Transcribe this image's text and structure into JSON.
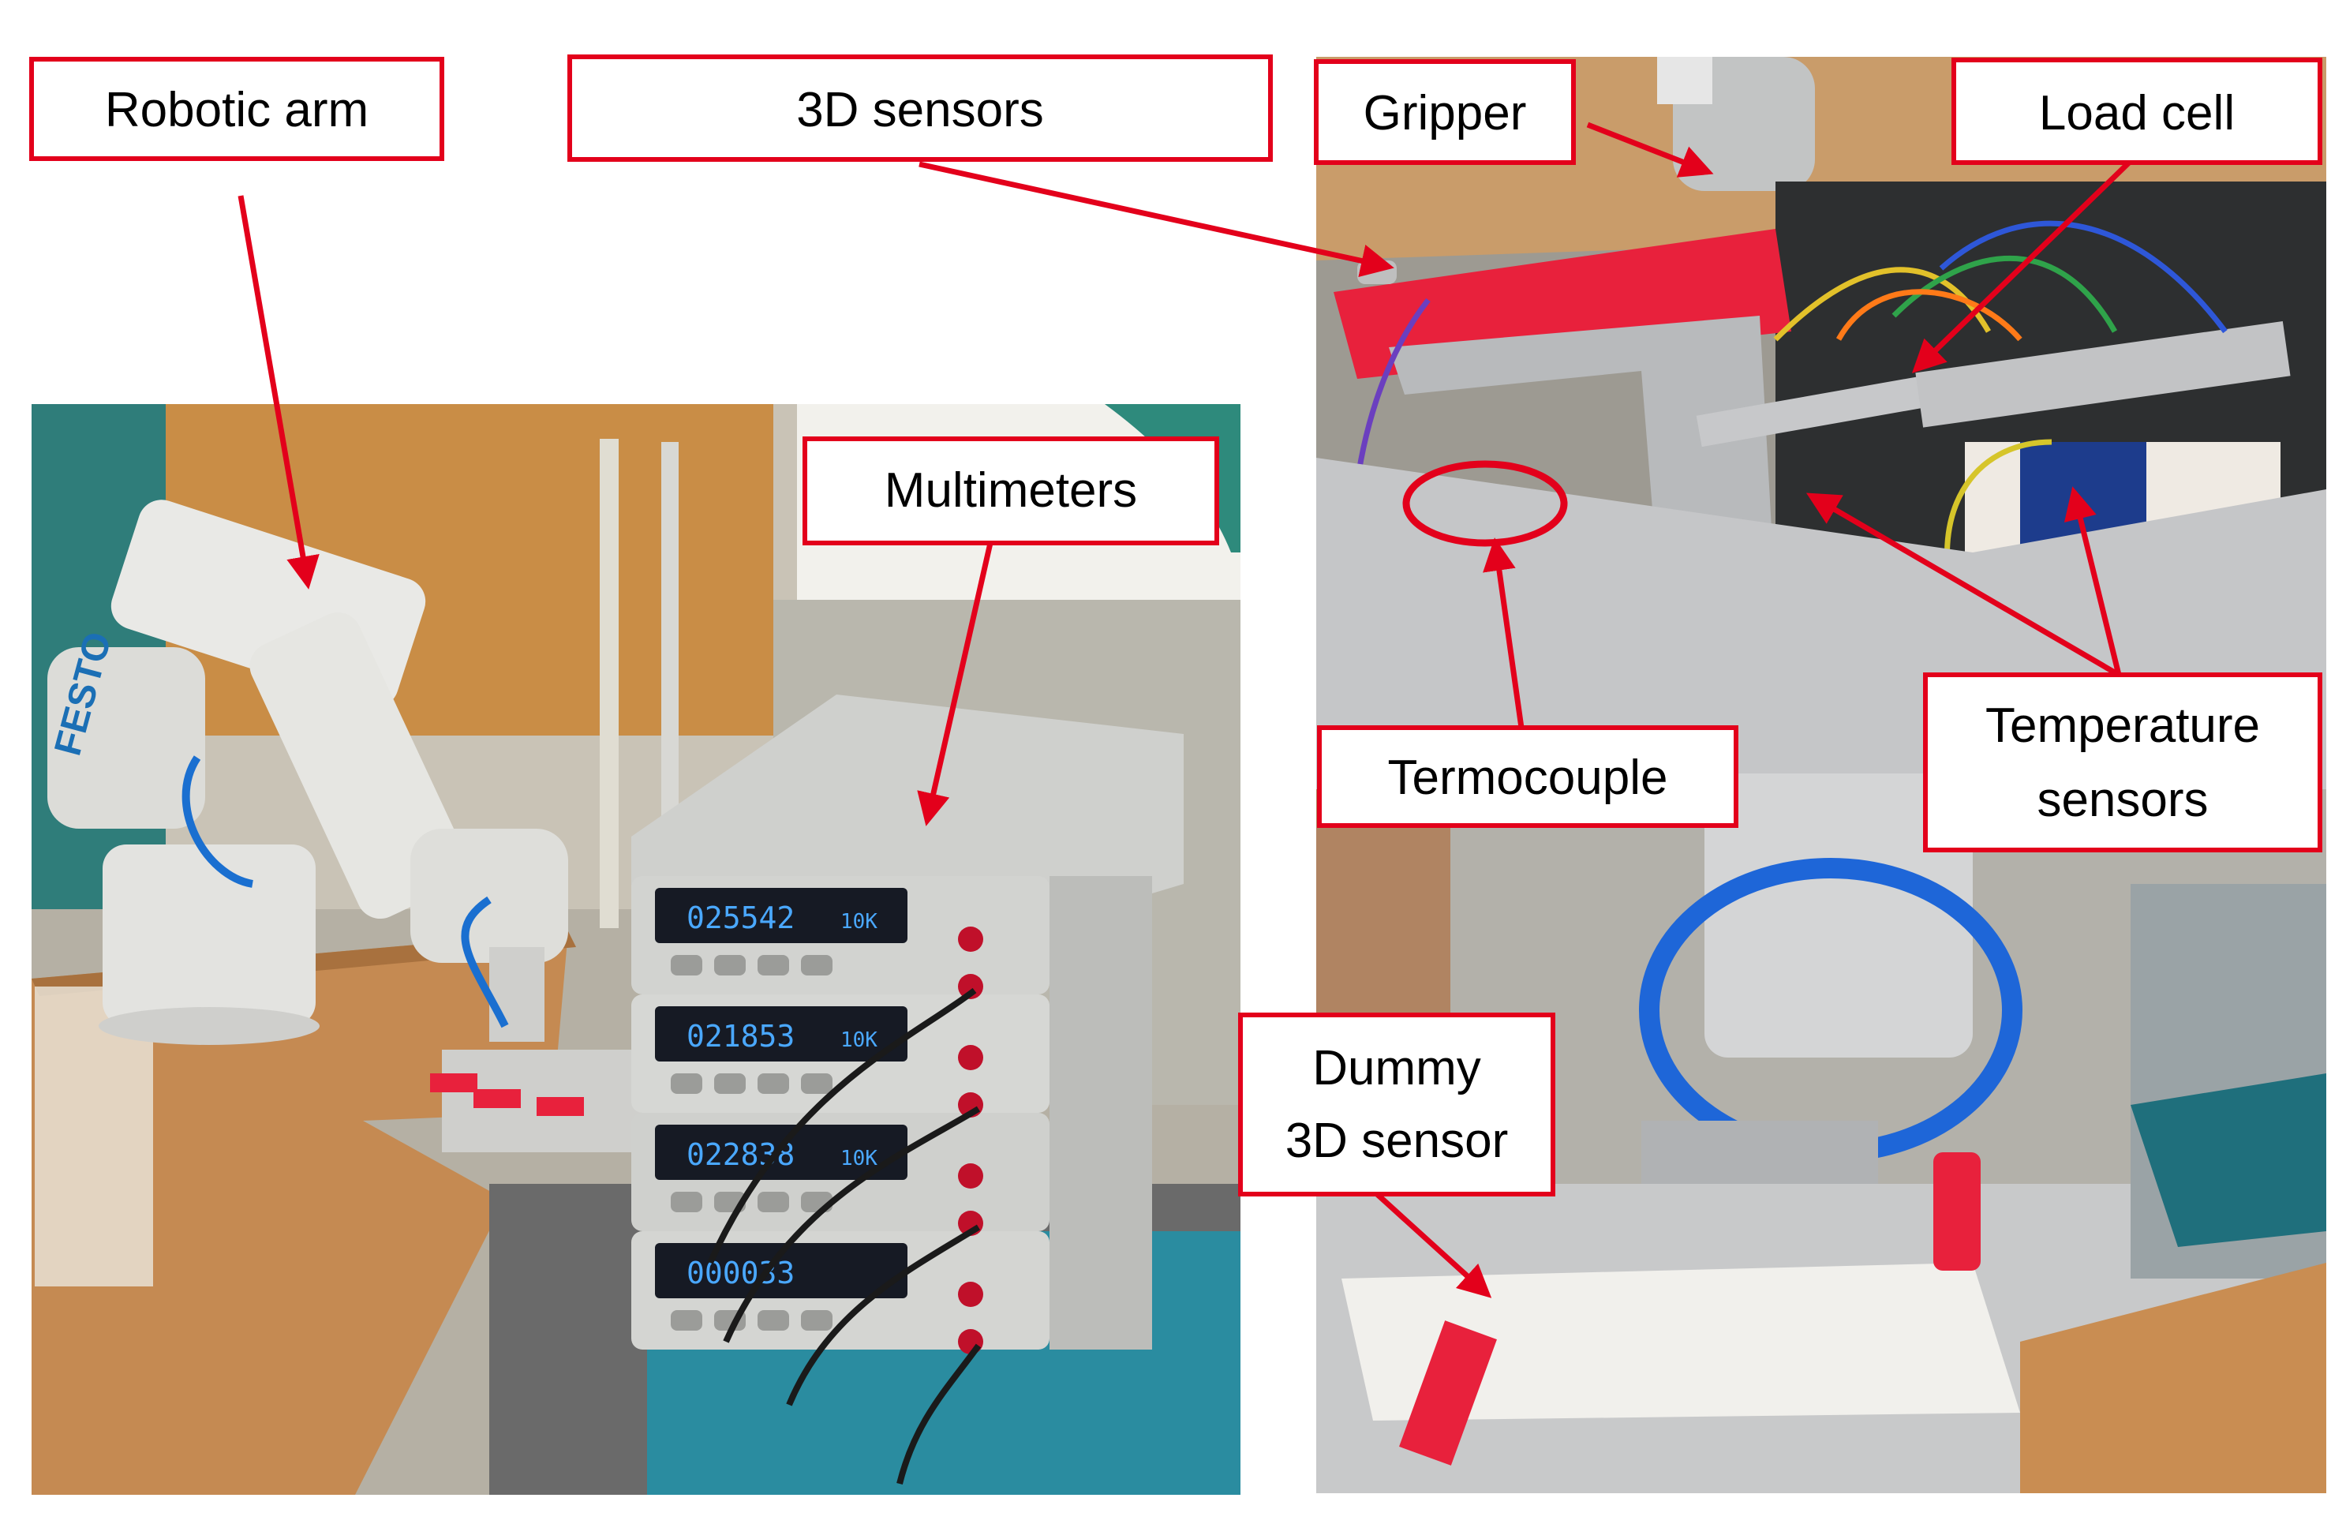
{
  "labels": {
    "robotic_arm": "Robotic arm",
    "sensors_3d": "3D sensors",
    "gripper": "Gripper",
    "load_cell": "Load cell",
    "multimeters": "Multimeters",
    "termocouple": "Termocouple",
    "temperature_line1": "Temperature",
    "temperature_line2": "sensors",
    "dummy_line1": "Dummy",
    "dummy_line2": "3D sensor"
  },
  "multimeter_readouts": [
    "025542",
    "021853",
    "022838",
    "000033"
  ],
  "multimeter_range": "10K",
  "brand_text": "FESTO",
  "colors": {
    "annotation_red": "#e3001b",
    "sensor_red": "#e8213c",
    "wood": "#c58a52",
    "instrument_grey": "#d9d9d6",
    "display_blue": "#4aa8ff"
  }
}
